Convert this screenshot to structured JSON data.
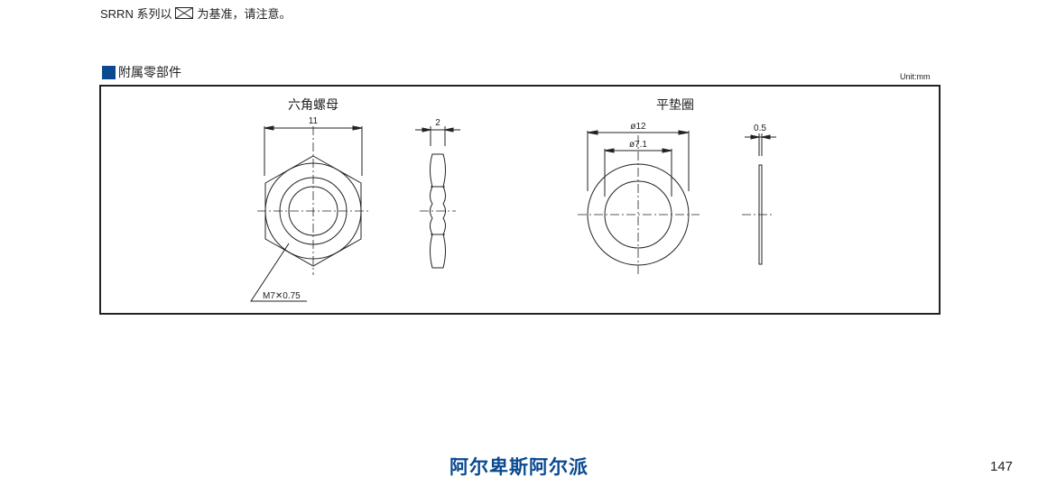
{
  "note": {
    "prefix": "SRRN 系列以",
    "suffix": "为基准，请注意。",
    "icon": "crossed-box-icon"
  },
  "section": {
    "title": "附属零部件",
    "color": "#0a4a91"
  },
  "unit": "Unit:mm",
  "parts": [
    {
      "title": "六角螺母",
      "width_dim": "11",
      "thickness_dim": "2",
      "thread": "M7✕0.75"
    },
    {
      "title": "平垫圈",
      "outer_dim": "ø12",
      "inner_dim": "ø7.1",
      "thickness_dim": "0.5"
    }
  ],
  "footer": {
    "brand": "阿尔卑斯阿尔派",
    "page": "147"
  }
}
